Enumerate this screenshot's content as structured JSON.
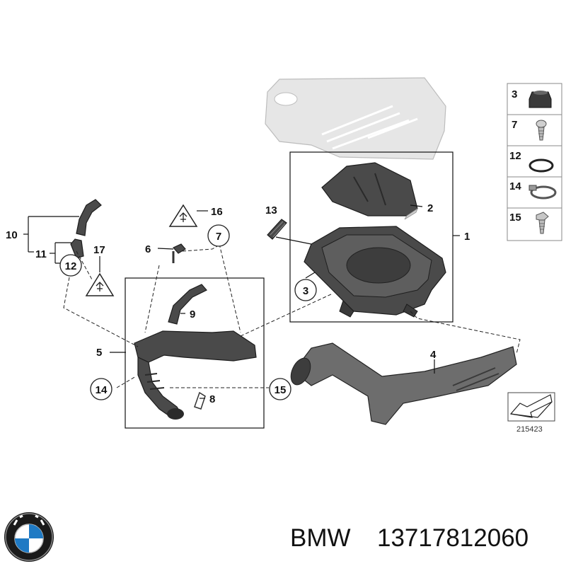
{
  "callouts": {
    "c1": "1",
    "c2": "2",
    "c3": "3",
    "c4": "4",
    "c5": "5",
    "c6": "6",
    "c7": "7",
    "c8": "8",
    "c9": "9",
    "c10": "10",
    "c11": "11",
    "c12": "12",
    "c13": "13",
    "c14": "14",
    "c15": "15",
    "c16": "16",
    "c17": "17"
  },
  "legend": {
    "l3": "3",
    "l7": "7",
    "l12": "12",
    "l14": "14",
    "l15": "15"
  },
  "reference_number": "215423",
  "brand": "BMW",
  "part_number": "13717812060",
  "colors": {
    "part_dark": "#4a4a4a",
    "part_light": "#e6e6e6",
    "lines": "#111111"
  },
  "icons": [
    "bmw-logo-icon",
    "warning-triangle-icon",
    "arrow-symbol-icon"
  ]
}
